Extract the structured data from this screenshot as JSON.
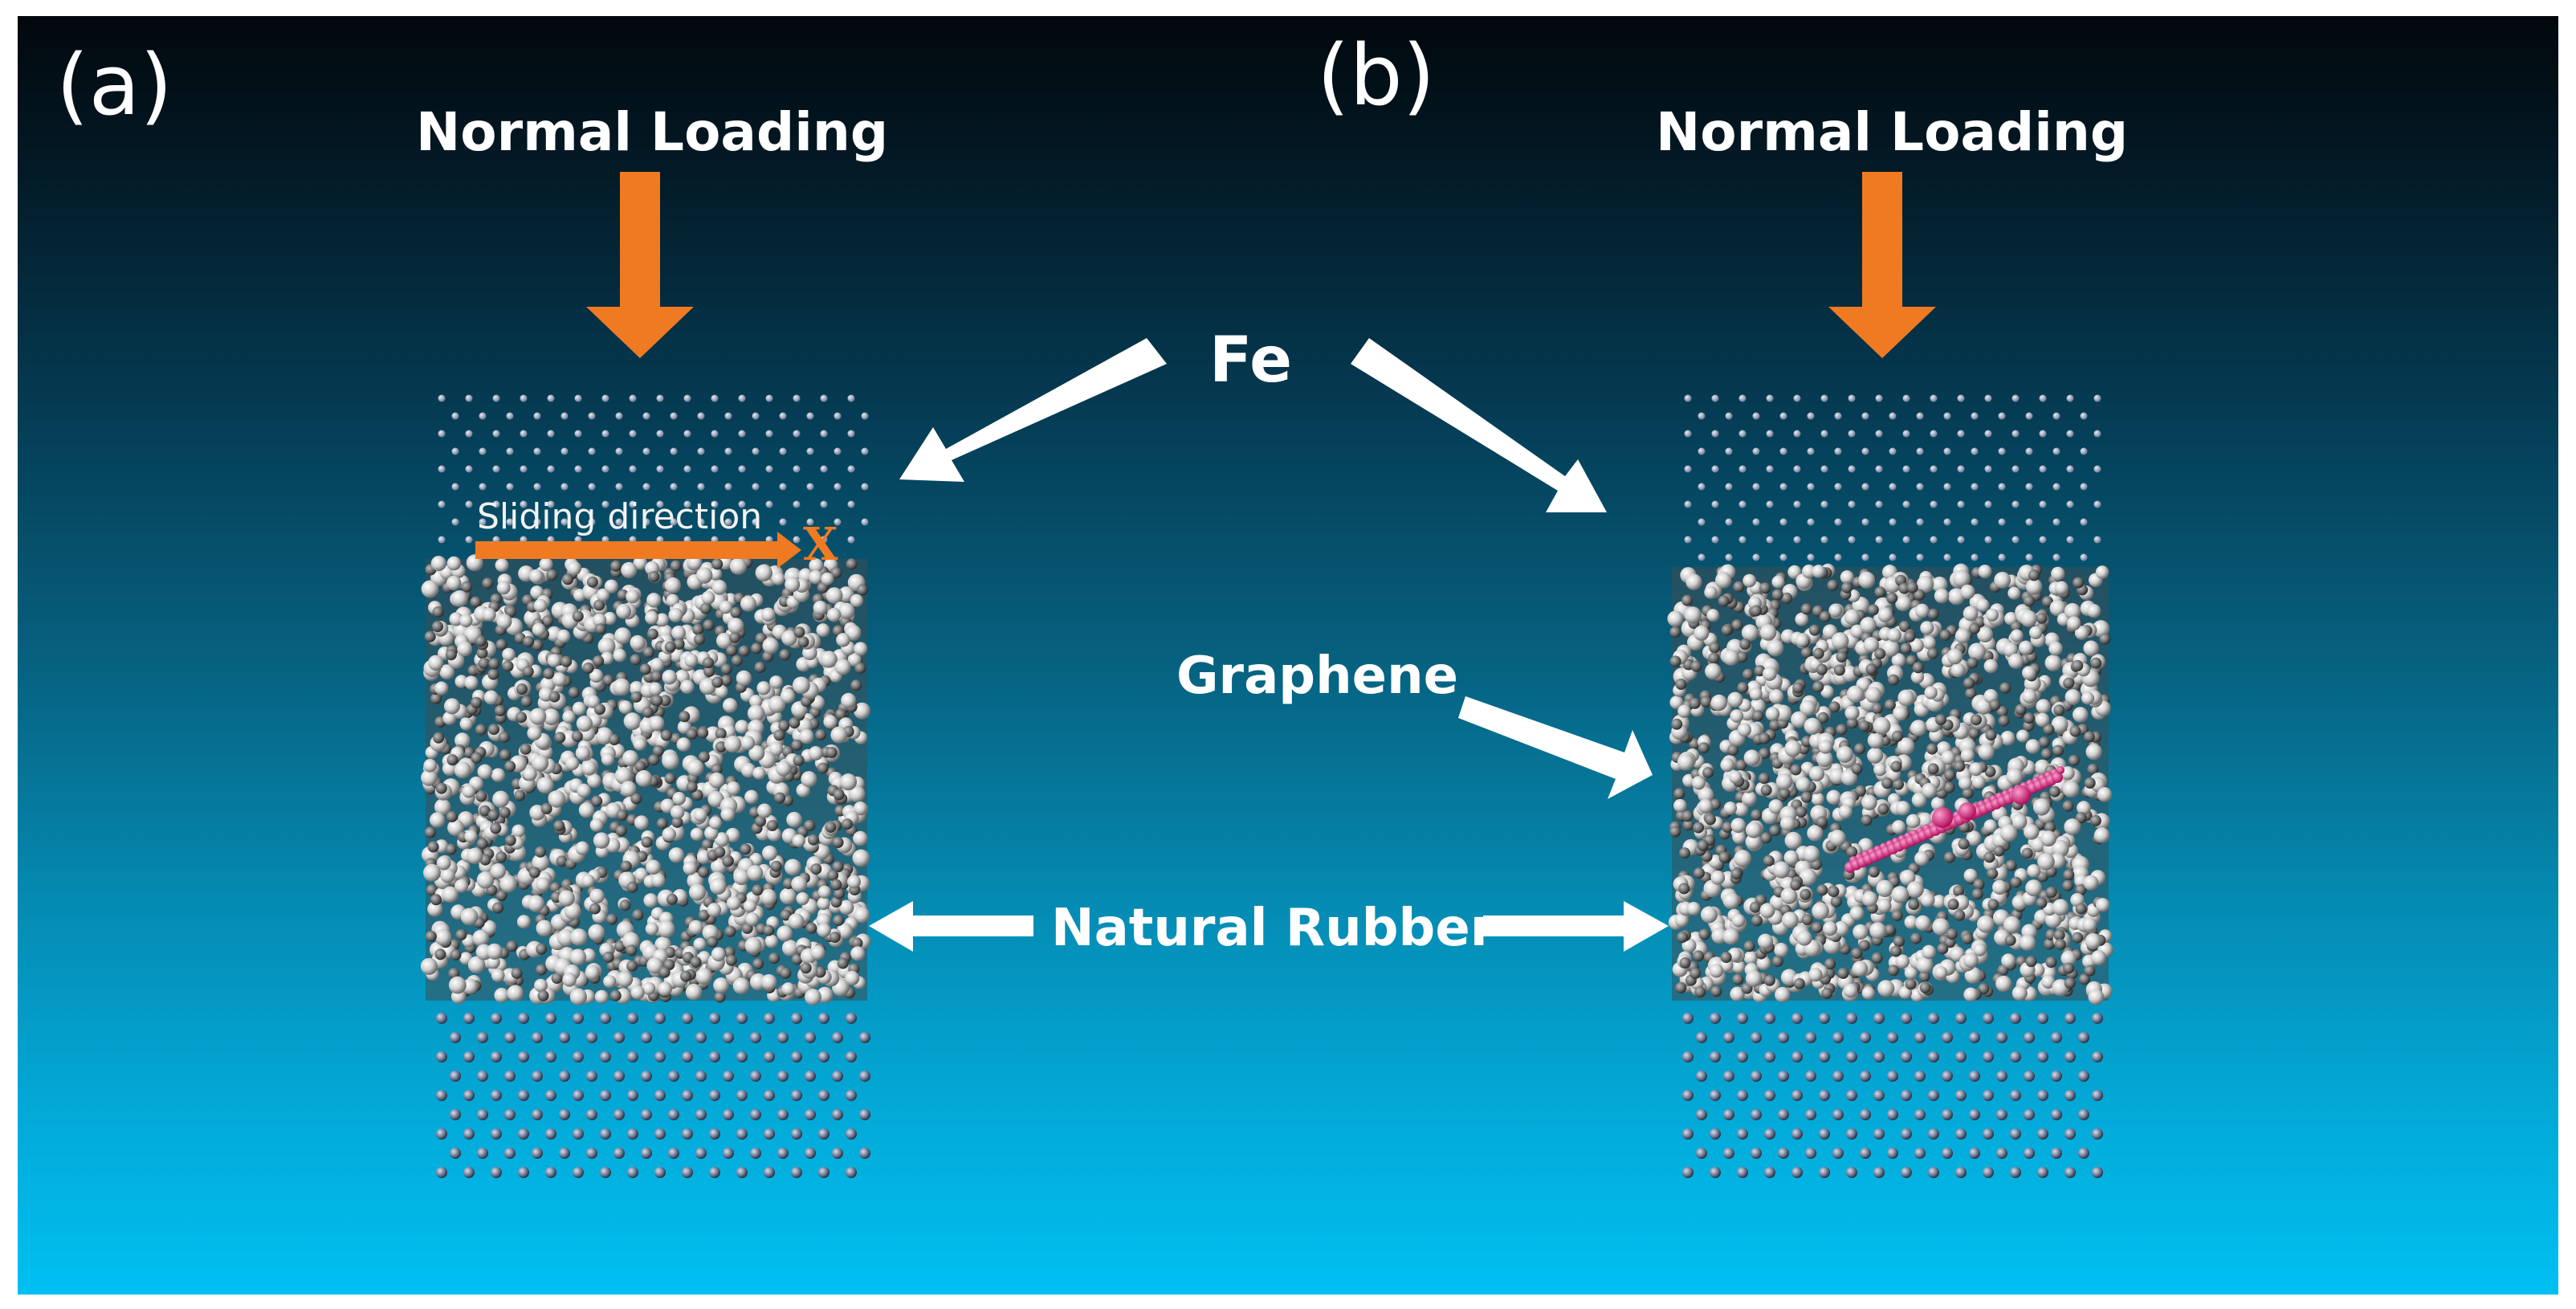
{
  "panels": [
    {
      "id": "a",
      "label": "(a)",
      "loading_label": "Normal Loading"
    },
    {
      "id": "b",
      "label": "(b)",
      "loading_label": "Normal Loading"
    }
  ],
  "labels": {
    "fe": "Fe",
    "graphene": "Graphene",
    "natural_rubber": "Natural  Rubber",
    "sliding_direction": "Sliding direction",
    "axis_x": "X"
  },
  "colors": {
    "loading_arrow": "#f07a22",
    "pointer_arrow": "#ffffff",
    "graphene_sheet": "#d8237a",
    "fe_atom": "#9aa3b8",
    "rubber_atom": "#e6e6e6"
  },
  "icons": [
    "down-arrow-icon",
    "pointer-arrow-icon",
    "sliding-arrow-icon"
  ]
}
